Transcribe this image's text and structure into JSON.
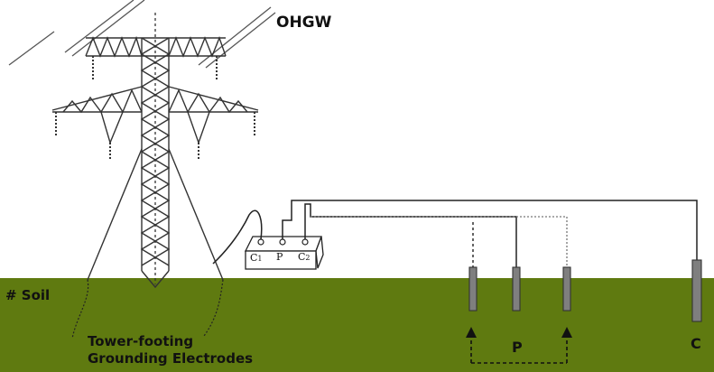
{
  "labels": {
    "ohgw": "OHGW",
    "soil": "# Soil",
    "tower_footing_line1": "Tower-footing",
    "tower_footing_line2": "Grounding Electrodes",
    "potential_probe": "P",
    "current_probe": "C"
  },
  "meter": {
    "terminal_c1": "C",
    "terminal_c1_sub": "1",
    "terminal_p": "P",
    "terminal_c2": "C",
    "terminal_c2_sub": "2"
  },
  "colors": {
    "soil": "#5f7a10",
    "electrode": "#7f7f7f",
    "wire": "#222222",
    "tower": "#333333"
  }
}
